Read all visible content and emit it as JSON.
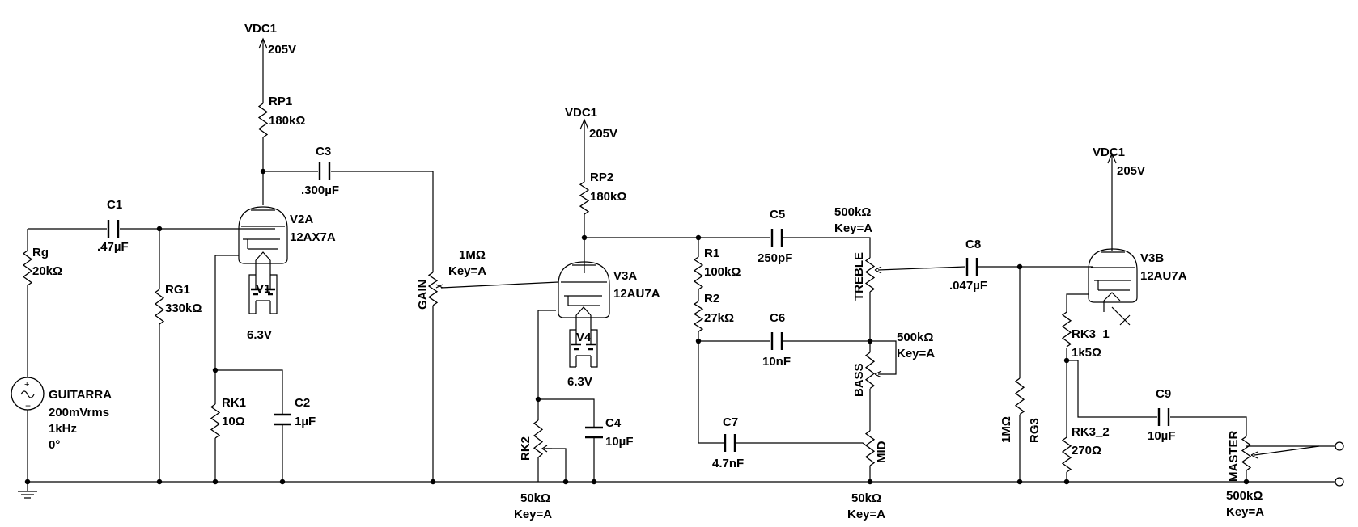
{
  "power": [
    {
      "name": "VDC1",
      "value": "205V"
    },
    {
      "name": "VDC1",
      "value": "205V"
    },
    {
      "name": "VDC1",
      "value": "205V"
    }
  ],
  "source": {
    "name": "GUITARRA",
    "amplitude": "200mVrms",
    "freq": "1kHz",
    "phase": "0°"
  },
  "tubes": [
    {
      "ref": "V2A",
      "type": "12AX7A"
    },
    {
      "ref": "V3A",
      "type": "12AU7A"
    },
    {
      "ref": "V3B",
      "type": "12AU7A"
    }
  ],
  "heaters": [
    {
      "ref": "V1",
      "value": "6.3V"
    },
    {
      "ref": "V4",
      "value": "6.3V"
    }
  ],
  "resistors": {
    "Rg": {
      "ref": "Rg",
      "value": "20kΩ"
    },
    "RG1": {
      "ref": "RG1",
      "value": "330kΩ"
    },
    "RP1": {
      "ref": "RP1",
      "value": "180kΩ"
    },
    "RK1": {
      "ref": "RK1",
      "value": "10Ω"
    },
    "RP2": {
      "ref": "RP2",
      "value": "180kΩ"
    },
    "R1": {
      "ref": "R1",
      "value": "100kΩ"
    },
    "R2": {
      "ref": "R2",
      "value": "27kΩ"
    },
    "RG3": {
      "ref": "RG3",
      "value": "1MΩ"
    },
    "RK3_1": {
      "ref": "RK3_1",
      "value": "1k5Ω"
    },
    "RK3_2": {
      "ref": "RK3_2",
      "value": "270Ω"
    }
  },
  "capacitors": {
    "C1": {
      "ref": "C1",
      "value": ".47µF"
    },
    "C2": {
      "ref": "C2",
      "value": "1µF"
    },
    "C3": {
      "ref": "C3",
      "value": ".300µF"
    },
    "C4": {
      "ref": "C4",
      "value": "10µF"
    },
    "C5": {
      "ref": "C5",
      "value": "250pF"
    },
    "C6": {
      "ref": "C6",
      "value": "10nF"
    },
    "C7": {
      "ref": "C7",
      "value": "4.7nF"
    },
    "C8": {
      "ref": "C8",
      "value": ".047µF"
    },
    "C9": {
      "ref": "C9",
      "value": "10µF"
    }
  },
  "pots": {
    "gain": {
      "name": "GAIN",
      "value": "1MΩ",
      "key": "Key=A"
    },
    "rk2": {
      "name": "RK2",
      "value": "50kΩ",
      "key": "Key=A"
    },
    "treble": {
      "name": "TREBLE",
      "value": "500kΩ",
      "key": "Key=A"
    },
    "bass": {
      "name": "BASS",
      "value": "500kΩ",
      "key": "Key=A"
    },
    "mid": {
      "name": "MID",
      "value": "50kΩ",
      "key": "Key=A"
    },
    "master": {
      "name": "MASTER",
      "value": "500kΩ",
      "key": "Key=A"
    }
  }
}
